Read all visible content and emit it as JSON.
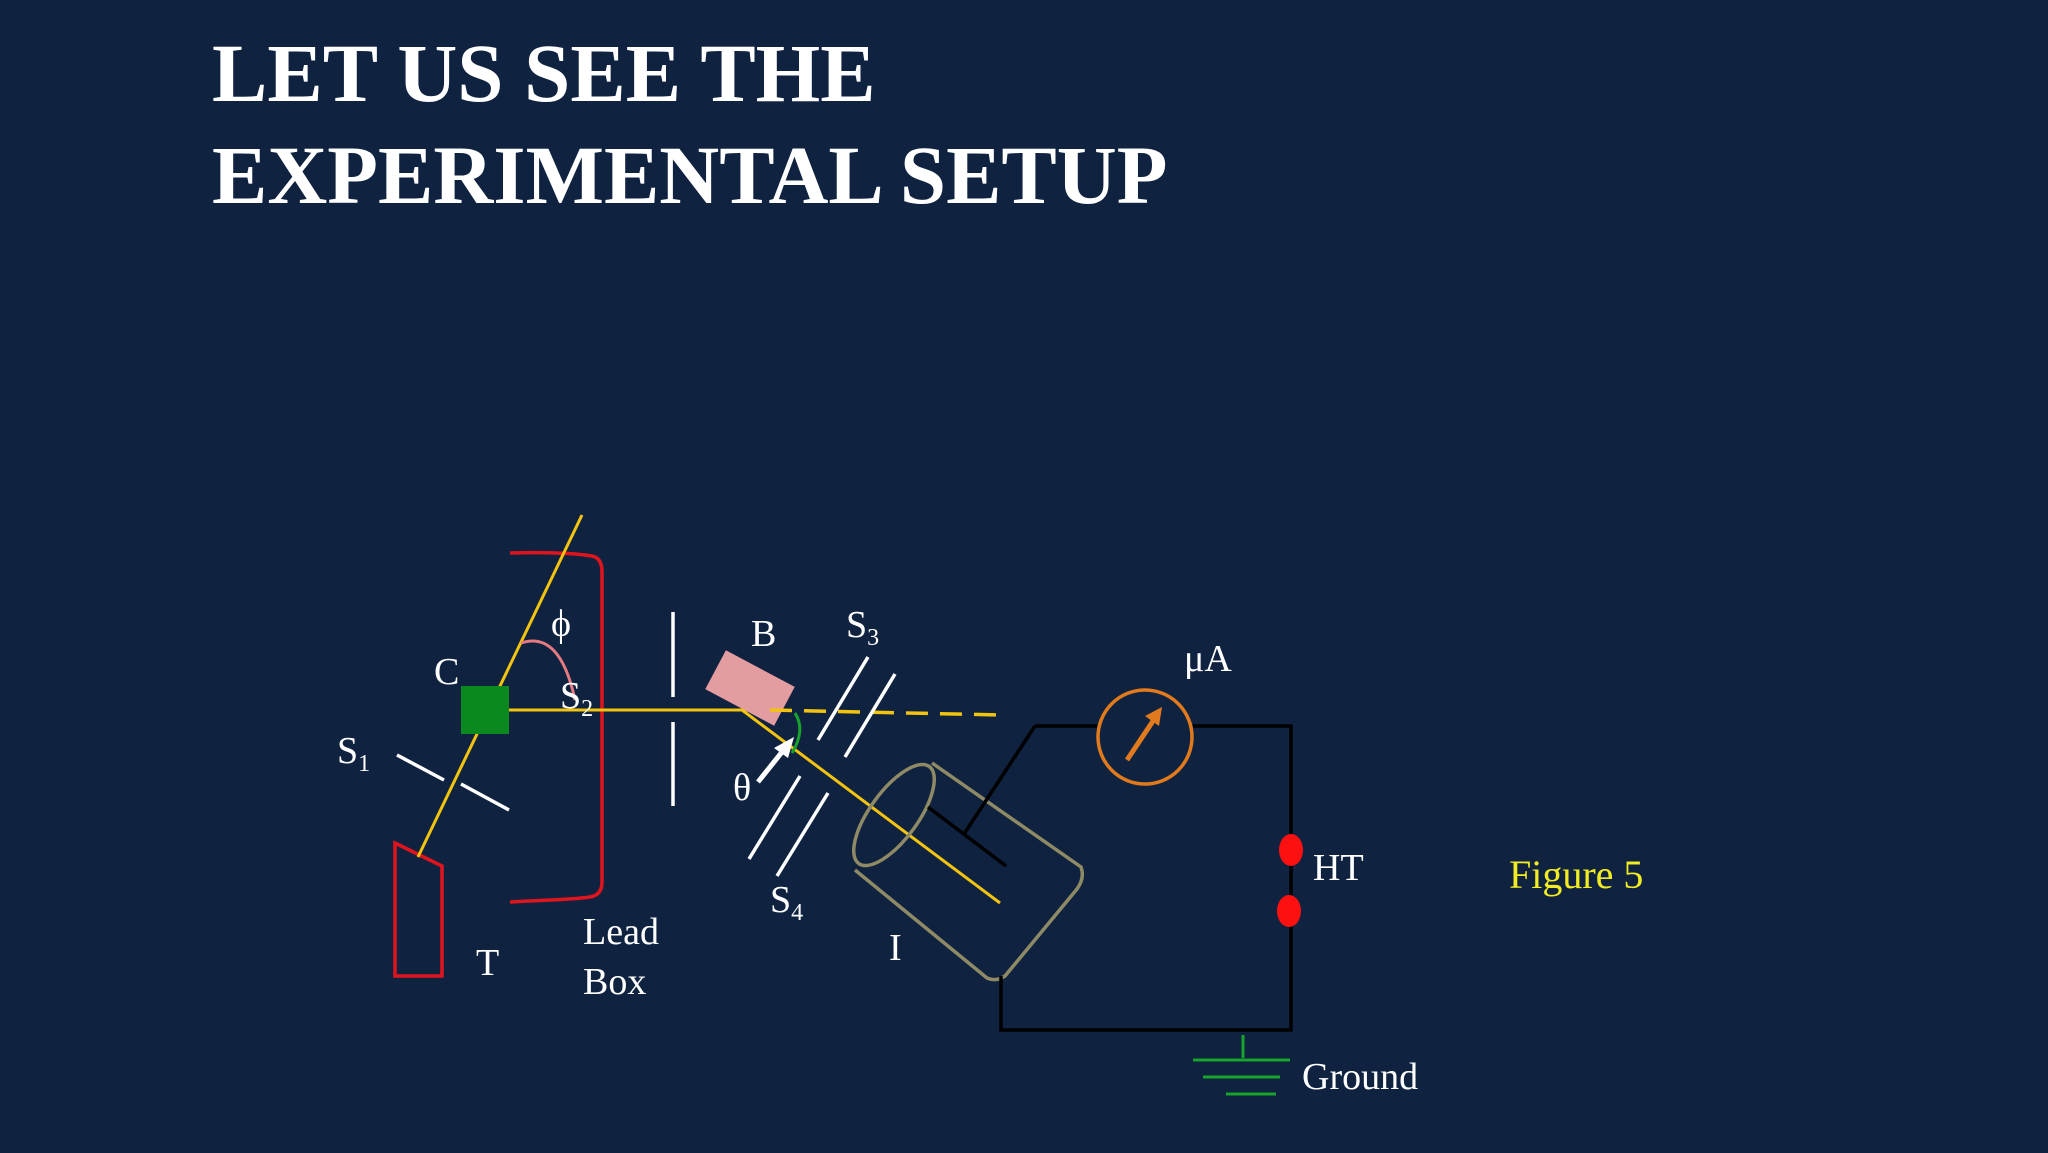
{
  "title": {
    "line1": "LET US SEE THE",
    "line2": "EXPERIMENTAL SETUP"
  },
  "labels": {
    "crystal": "C",
    "slit1": "S",
    "slit1_sub": "1",
    "slit2": "S",
    "slit2_sub": "2",
    "slit3": "S",
    "slit3_sub": "3",
    "slit4": "S",
    "slit4_sub": "4",
    "angle_phi": "ϕ",
    "angle_theta": "θ",
    "block": "B",
    "tube": "T",
    "lead_box_line1": "Lead",
    "lead_box_line2": "Box",
    "chamber": "I",
    "meter": "μA",
    "high_tension": "HT",
    "ground": "Ground"
  },
  "figure_caption": "Figure 5",
  "colors": {
    "background": "#0f2240",
    "title": "#ffffff",
    "beam": "#f2c40f",
    "lead_box": "#e0141c",
    "crystal": "#0a8a1e",
    "block": "#e39ca0",
    "meter": "#e07a1c",
    "chamber": "#8f8a66",
    "terminal": "#ff1010",
    "ground": "#17a32c",
    "caption": "#f2ec22"
  }
}
